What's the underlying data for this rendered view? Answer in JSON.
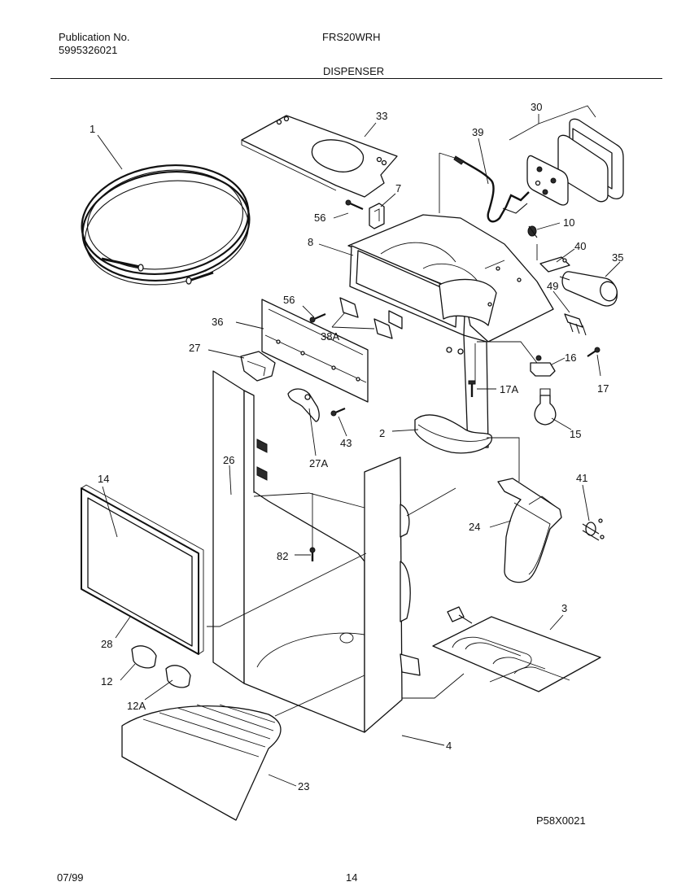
{
  "header": {
    "publication_label": "Publication No.",
    "publication_number": "5995326021",
    "model": "FRS20WRH",
    "section": "DISPENSER"
  },
  "footer": {
    "date": "07/99",
    "page": "14",
    "figure_code": "P58X0021"
  },
  "callouts": [
    {
      "id": "c1",
      "label": "1"
    },
    {
      "id": "c33",
      "label": "33"
    },
    {
      "id": "c39",
      "label": "39"
    },
    {
      "id": "c30",
      "label": "30"
    },
    {
      "id": "c7",
      "label": "7"
    },
    {
      "id": "c56a",
      "label": "56"
    },
    {
      "id": "c10",
      "label": "10"
    },
    {
      "id": "c8",
      "label": "8"
    },
    {
      "id": "c40",
      "label": "40"
    },
    {
      "id": "c35",
      "label": "35"
    },
    {
      "id": "c49",
      "label": "49"
    },
    {
      "id": "c56b",
      "label": "56"
    },
    {
      "id": "c36",
      "label": "36"
    },
    {
      "id": "c38a",
      "label": "38A"
    },
    {
      "id": "c27",
      "label": "27"
    },
    {
      "id": "c16",
      "label": "16"
    },
    {
      "id": "c17a",
      "label": "17A"
    },
    {
      "id": "c17",
      "label": "17"
    },
    {
      "id": "c2",
      "label": "2"
    },
    {
      "id": "c15",
      "label": "15"
    },
    {
      "id": "c43",
      "label": "43"
    },
    {
      "id": "c27a",
      "label": "27A"
    },
    {
      "id": "c14",
      "label": "14"
    },
    {
      "id": "c26",
      "label": "26"
    },
    {
      "id": "c41",
      "label": "41"
    },
    {
      "id": "c24",
      "label": "24"
    },
    {
      "id": "c82",
      "label": "82"
    },
    {
      "id": "c3",
      "label": "3"
    },
    {
      "id": "c28",
      "label": "28"
    },
    {
      "id": "c12",
      "label": "12"
    },
    {
      "id": "c12a",
      "label": "12A"
    },
    {
      "id": "c4",
      "label": "4"
    },
    {
      "id": "c23",
      "label": "23"
    }
  ]
}
